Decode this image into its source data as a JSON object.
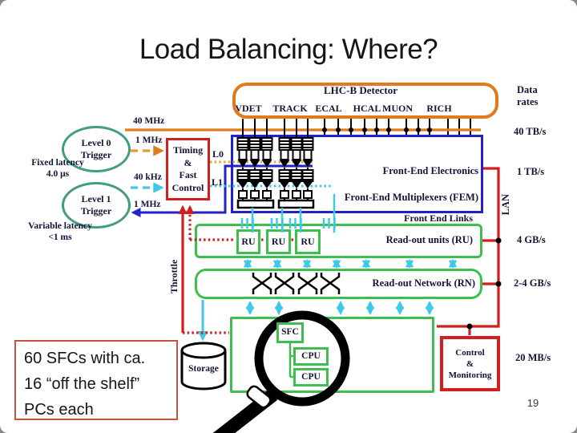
{
  "slide": {
    "title": "Load Balancing: Where?",
    "page_number": "19"
  },
  "colors": {
    "orange": "#DF7B1C",
    "gold": "#D9A83E",
    "red": "#CF1F1F",
    "navy": "#2222CC",
    "cyan": "#3FC8E8",
    "green": "#3DBE4E",
    "teal": "#3E9E7E",
    "note_border": "#C0563E"
  },
  "detector": {
    "label": "LHC-B Detector",
    "subsystems": [
      "VDET",
      "TRACK",
      "ECAL",
      "HCAL",
      "MUON",
      "RICH"
    ]
  },
  "data_rates": {
    "header": [
      "Data",
      "rates"
    ],
    "values": [
      "40 TB/s",
      "1 TB/s",
      "4 GB/s",
      "2-4 GB/s",
      "20 MB/s"
    ]
  },
  "triggers": {
    "level0": [
      "Level 0",
      "Trigger"
    ],
    "level1": [
      "Level 1",
      "Trigger"
    ],
    "fixed_latency": [
      "Fixed latency",
      "4.0 μs"
    ],
    "variable_latency": [
      "Variable latency",
      "<1 ms"
    ],
    "rate_40mhz": "40 MHz",
    "rate_1mhz_l0": "1 MHz",
    "rate_40khz": "40 kHz",
    "rate_1mhz_l1": "1 MHz"
  },
  "tfc": {
    "label": [
      "Timing",
      "&",
      "Fast",
      "Control"
    ],
    "l0": "L0",
    "l1": "L1",
    "throttle": "Throttle"
  },
  "fee": {
    "label": "Front-End Electronics",
    "fem": "Front-End Multiplexers (FEM)",
    "links": "Front End Links"
  },
  "readout": {
    "ru": [
      "RU",
      "RU",
      "RU"
    ],
    "ru_label": "Read-out units (RU)",
    "rn_label": "Read-out Network (RN)"
  },
  "farm": {
    "sfc": "SFC",
    "cpu": [
      "CPU",
      "CPU"
    ],
    "storage": "Storage",
    "control": [
      "Control",
      "&",
      "Monitoring"
    ],
    "lan": "LAN"
  },
  "note": [
    "60 SFCs with ca.",
    "16 “off the shelf”",
    "PCs each"
  ]
}
